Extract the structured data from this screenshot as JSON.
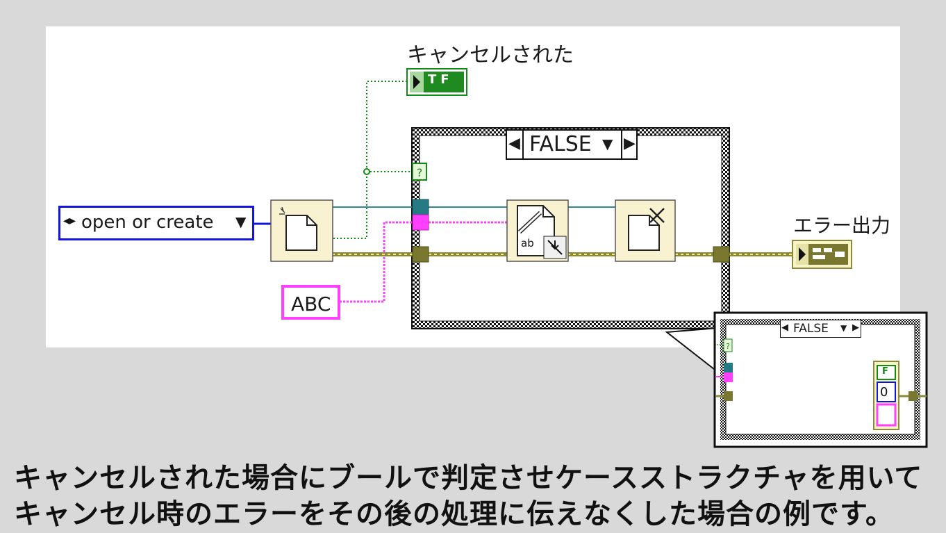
{
  "diagram": {
    "cancel_indicator": {
      "label": "キャンセルされた",
      "icon": "boolean-indicator-icon",
      "text": "TF"
    },
    "error_out": {
      "label": "エラー出力",
      "icon": "error-cluster-indicator-icon"
    },
    "operation_constant": {
      "value": "open or create",
      "icon": "enum-constant-icon"
    },
    "string_constant": {
      "value": "ABC"
    },
    "case_structure": {
      "selector": "FALSE",
      "selector_small": "FALSE"
    },
    "inset_constants": {
      "boolean": "F",
      "numeric": "0"
    },
    "nodes": {
      "open_file": "open-create-file-icon",
      "write_text": "write-text-file-icon",
      "close_file": "close-file-icon"
    },
    "colors": {
      "refnum_wire": "#2d8a96",
      "string_wire": "#ff40ff",
      "error_wire": "#8c8a3a",
      "bool_wire": "#138a13",
      "enum_wire": "#1414e0"
    }
  },
  "caption": {
    "line1": "キャンセルされた場合にブールで判定させケースストラクチャを用いて",
    "line2": "キャンセル時のエラーをその後の処理に伝えなくした場合の例です。"
  }
}
